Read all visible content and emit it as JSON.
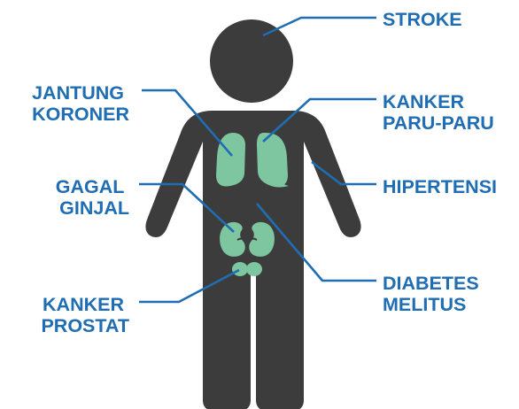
{
  "colors": {
    "body": "#3c3c3c",
    "organ": "#7ec69f",
    "organ_detail": "#3c3c3c",
    "label": "#1f6db3",
    "leader": "#1f6db3",
    "background": "#ffffff"
  },
  "labels": {
    "stroke": [
      "STROKE"
    ],
    "jantung_koroner": [
      "JANTUNG",
      "KORONER"
    ],
    "kanker_paru": [
      "KANKER",
      "PARU-PARU"
    ],
    "gagal_ginjal": [
      "GAGAL",
      "GINJAL"
    ],
    "hipertensi": [
      "HIPERTENSI"
    ],
    "kanker_prostat": [
      "KANKER",
      "PROSTAT"
    ],
    "diabetes_melitus": [
      "DIABETES",
      "MELITUS"
    ]
  }
}
